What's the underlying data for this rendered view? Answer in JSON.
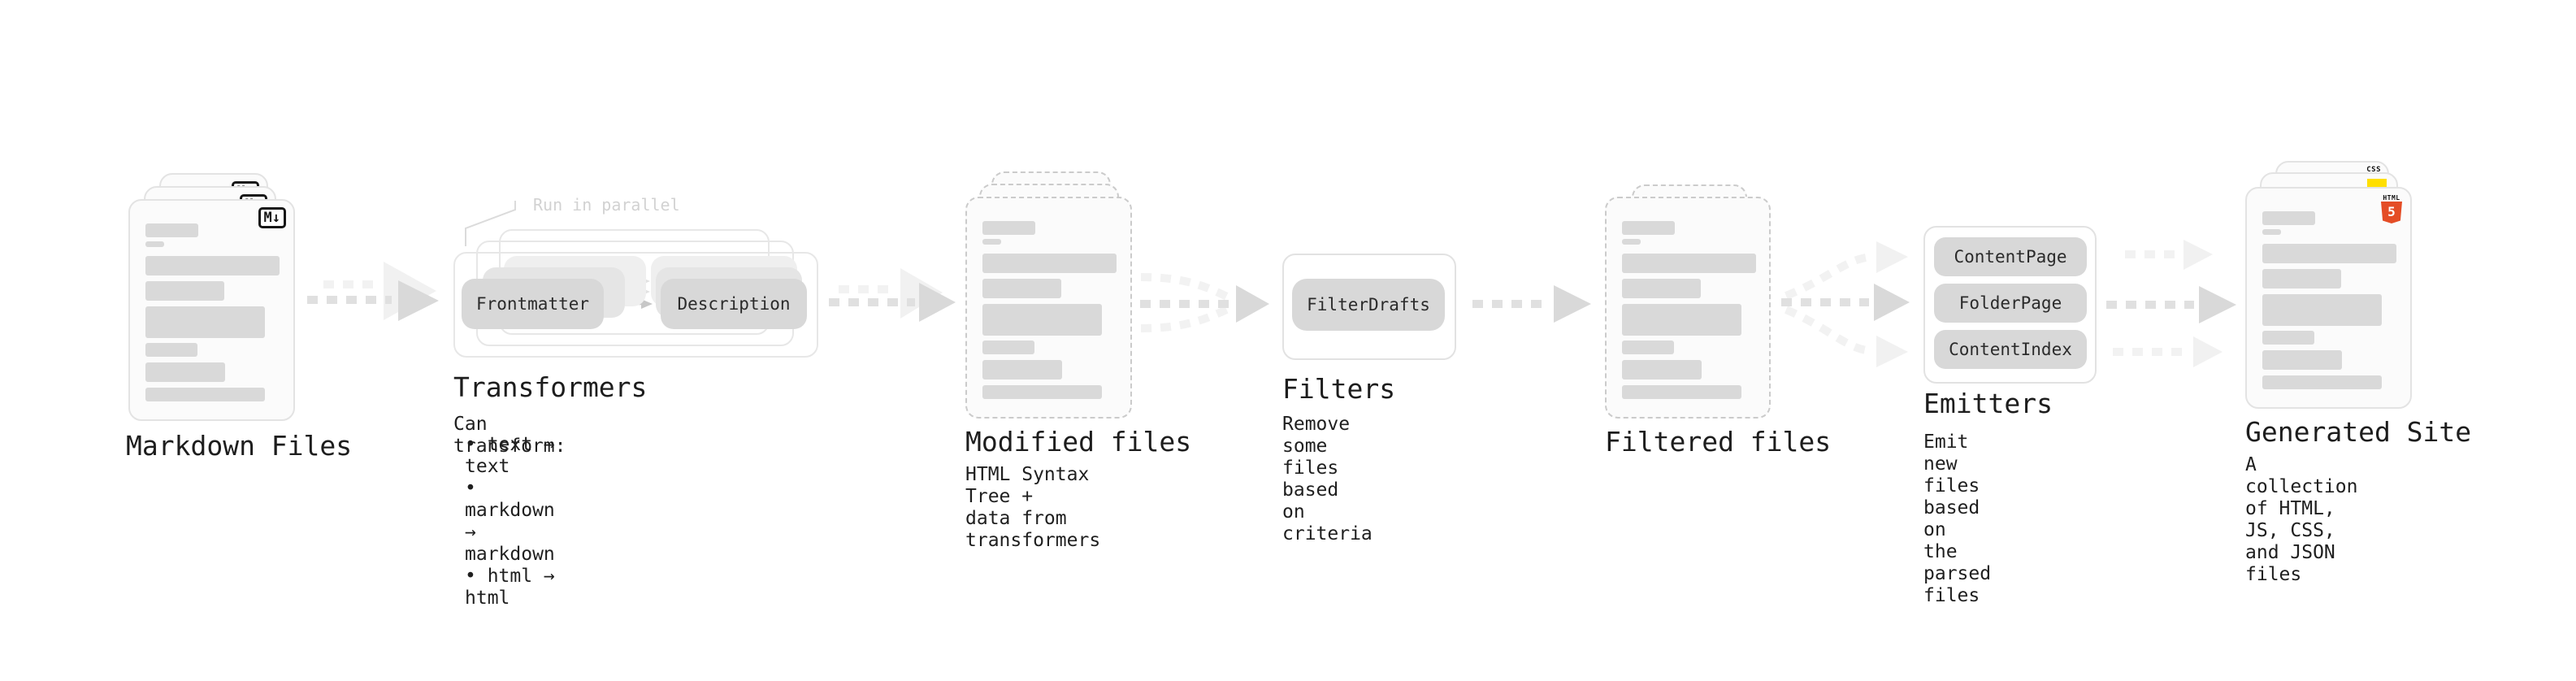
{
  "colors": {
    "card_border": "#e3e3e3",
    "placeholder_bar": "#d9d9d9",
    "pill_fill": "#d8d8d8",
    "arrow_dark": "#d9d9d9",
    "arrow_light": "#f1f1f1",
    "label_text": "#1d1d1d",
    "annotation_text": "#d2d2d2",
    "html5_orange": "#e44d26",
    "js_yellow": "#ffdf00",
    "css_blue": "#2e6fe8"
  },
  "stages": {
    "markdown_files": {
      "label": "Markdown Files",
      "file_icon": "M↓"
    },
    "transformers": {
      "label": "Transformers",
      "annotation": "Run in parallel",
      "input_pill": "Frontmatter",
      "output_pill": "Description",
      "desc_title": "Can transform:",
      "desc_bullets": "• text → text\n• markdown → markdown\n• html → html"
    },
    "modified_files": {
      "label": "Modified files",
      "description": "HTML Syntax Tree +\ndata from transformers"
    },
    "filters": {
      "label": "Filters",
      "pill": "FilterDrafts",
      "description": "Remove some files based\non criteria"
    },
    "filtered_files": {
      "label": "Filtered files"
    },
    "emitters": {
      "label": "Emitters",
      "pills": [
        "ContentPage",
        "FolderPage",
        "ContentIndex"
      ],
      "description": "Emit new files based on\nthe parsed files"
    },
    "generated_site": {
      "label": "Generated Site",
      "description": "A collection of HTML,\nJS, CSS, and JSON files",
      "badges": {
        "css": "CSS",
        "html_label": "HTML",
        "html_number": "5"
      }
    }
  }
}
